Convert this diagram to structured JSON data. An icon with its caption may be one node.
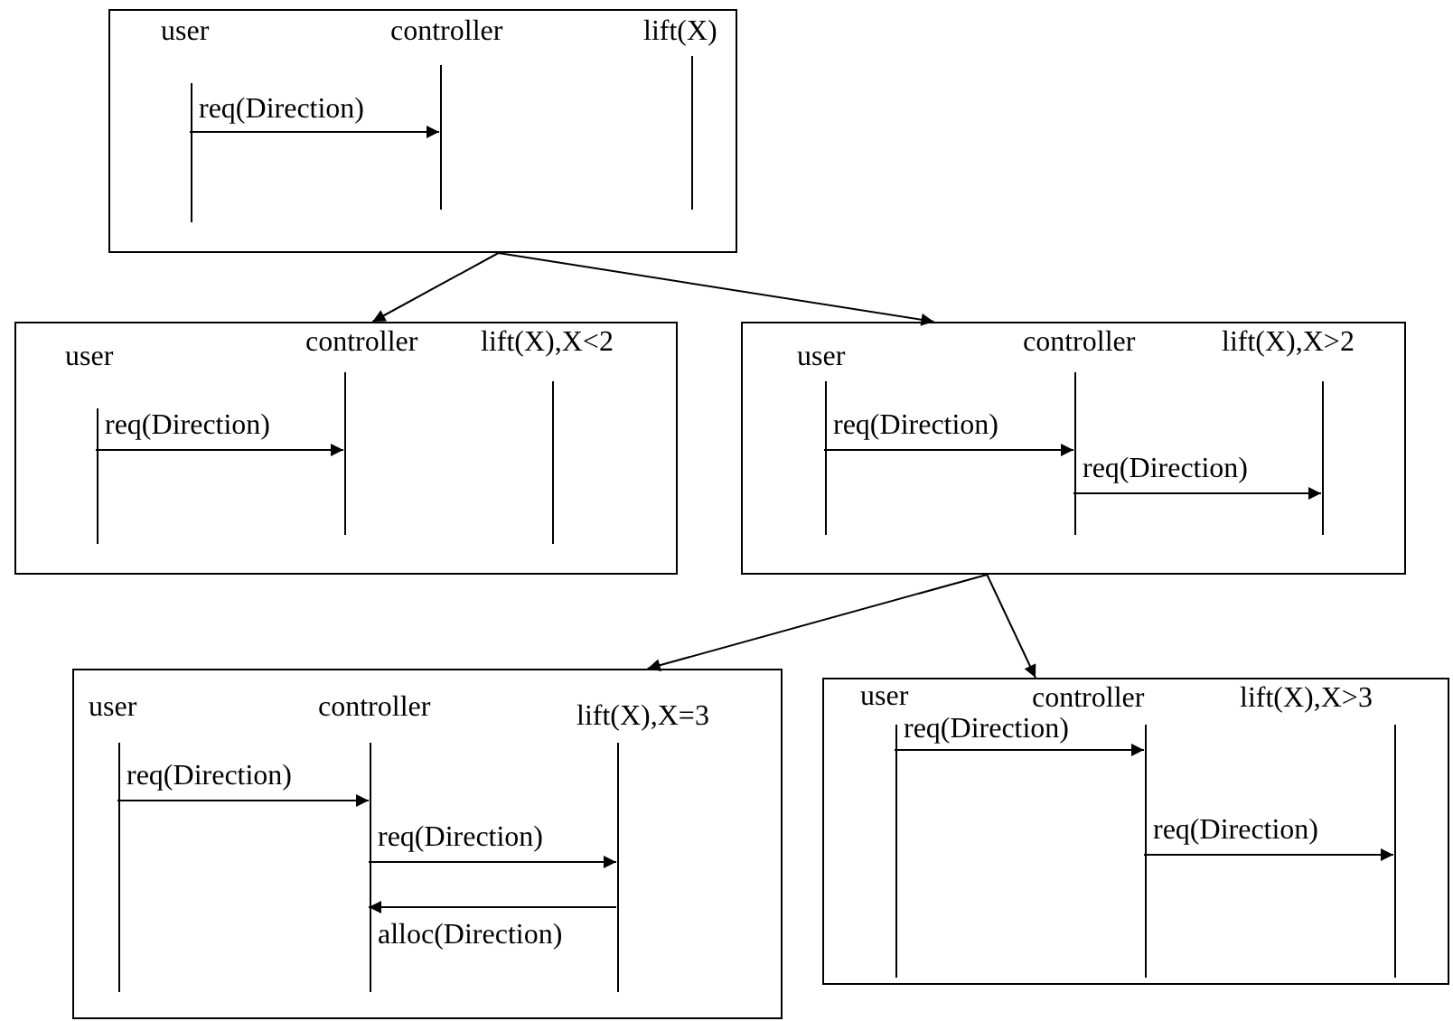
{
  "diagram": {
    "nodes": [
      {
        "text": [],
        "shape": "box"
      },
      {
        "text": [
          "user"
        ],
        "in": 0
      },
      {
        "text": [
          "controller"
        ],
        "in": 0
      },
      {
        "text": [
          "lift(X)"
        ],
        "in": 0
      },
      {
        "text": [],
        "shape": "box"
      },
      {
        "text": [
          "user"
        ],
        "in": 4
      },
      {
        "text": [
          "controller"
        ],
        "in": 4
      },
      {
        "text": [
          "lift(X),X<2"
        ],
        "in": 4
      },
      {
        "text": [],
        "shape": "box"
      },
      {
        "text": [
          "user"
        ],
        "in": 8
      },
      {
        "text": [
          "controller"
        ],
        "in": 8
      },
      {
        "text": [
          "lift(X),X>2"
        ],
        "in": 8
      },
      {
        "text": [],
        "shape": "box"
      },
      {
        "text": [
          "user"
        ],
        "in": 12
      },
      {
        "text": [
          "controller"
        ],
        "in": 12
      },
      {
        "text": [
          "lift(X),X=3"
        ],
        "in": 12
      },
      {
        "text": [],
        "shape": "box"
      },
      {
        "text": [
          "user"
        ],
        "in": 16
      },
      {
        "text": [
          "controller"
        ],
        "in": 16
      },
      {
        "text": [
          "lift(X),X>3"
        ],
        "in": 16
      }
    ],
    "edges": [
      {
        "from": 0,
        "to": 4,
        "arrow": "to"
      },
      {
        "from": 0,
        "to": 8,
        "arrow": "to"
      },
      {
        "from": 1,
        "to": 2,
        "arrow": "to",
        "label": "req(Direction)"
      },
      {
        "from": 5,
        "to": 6,
        "arrow": "to",
        "label": "req(Direction)"
      },
      {
        "from": 9,
        "to": 10,
        "arrow": "to",
        "label": "req(Direction)"
      },
      {
        "from": 10,
        "to": 11,
        "arrow": "to",
        "label": "req(Direction)"
      },
      {
        "from": 8,
        "to": 12,
        "arrow": "to"
      },
      {
        "from": 8,
        "to": 16,
        "arrow": "to"
      },
      {
        "from": 13,
        "to": 14,
        "arrow": "to",
        "label": "req(Direction)"
      },
      {
        "from": 14,
        "to": 15,
        "arrow": "to",
        "label": "req(Direction)"
      },
      {
        "from": 15,
        "to": 14,
        "arrow": "to",
        "label": "alloc(Direction)"
      },
      {
        "from": 17,
        "to": 18,
        "arrow": "to",
        "label": "req(Direction)"
      },
      {
        "from": 18,
        "to": 19,
        "arrow": "to",
        "label": "req(Direction)"
      }
    ]
  }
}
